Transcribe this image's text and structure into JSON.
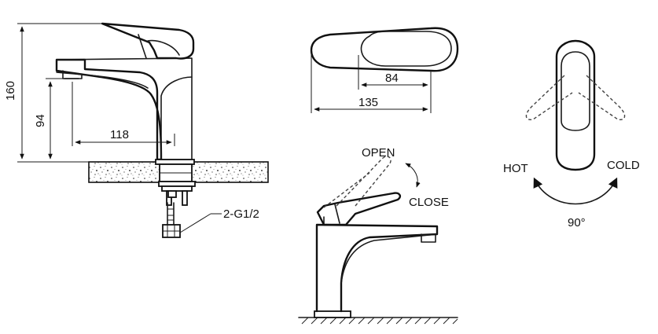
{
  "dimensions": {
    "total_height": "160",
    "spout_height": "94",
    "spout_reach": "118",
    "top_inner_length": "84",
    "top_total_length": "135"
  },
  "connection_label": "2-G1/2",
  "lever_states": {
    "open": "OPEN",
    "close": "CLOSE"
  },
  "temperature": {
    "hot": "HOT",
    "cold": "COLD",
    "rotation": "90°"
  }
}
